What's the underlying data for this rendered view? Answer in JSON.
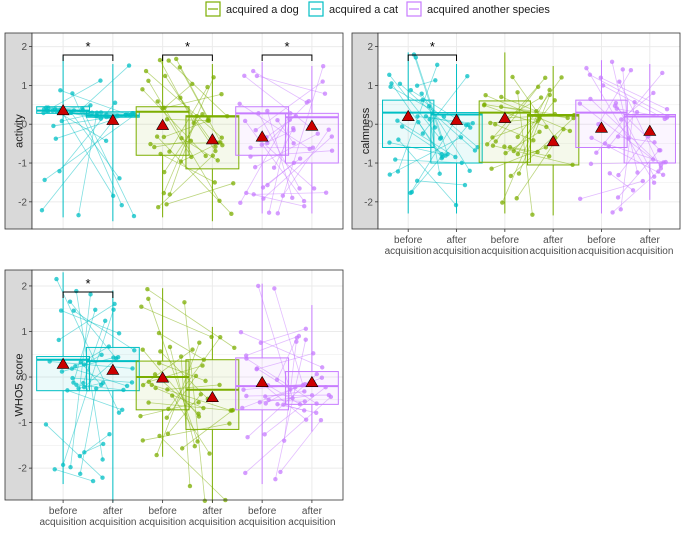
{
  "legend": {
    "position": "top",
    "items": [
      {
        "label": "acquired a dog",
        "color": "#7CAE00"
      },
      {
        "label": "acquired a cat",
        "color": "#00BFC4"
      },
      {
        "label": "acquired another species",
        "color": "#C77CFF"
      }
    ]
  },
  "colors": {
    "dog": "#7CAE00",
    "cat": "#00BFC4",
    "other": "#C77CFF",
    "mean_marker": "#CC0000",
    "strip_bg": "#D9D9D9",
    "grid": "#EBEBEB"
  },
  "x_tick_labels": [
    "before\nacquisition",
    "after\nacquisition",
    "before\nacquisition",
    "after\nacquisition",
    "before\nacquisition",
    "after\nacquisition"
  ],
  "chart_data": [
    {
      "type": "box",
      "facet": "activity",
      "ylabel": "activity",
      "ylim": [
        -2.7,
        2.35
      ],
      "yticks": [
        -2,
        -1,
        0,
        1,
        2
      ],
      "grid": true,
      "categories": [
        "before acquisition",
        "after acquisition"
      ],
      "groups": [
        {
          "species": "cat",
          "boxes": [
            {
              "q1": 0.28,
              "median": 0.35,
              "q3": 0.45,
              "whisker_low": -2.4,
              "whisker_high": 1.75,
              "mean": 0.35
            },
            {
              "q1": 0.18,
              "median": 0.22,
              "q3": 0.32,
              "whisker_low": -2.5,
              "whisker_high": 1.55,
              "mean": 0.1
            }
          ]
        },
        {
          "species": "dog",
          "boxes": [
            {
              "q1": -0.8,
              "median": 0.32,
              "q3": 0.45,
              "whisker_low": -2.4,
              "whisker_high": 1.75,
              "mean": -0.03
            },
            {
              "q1": -1.15,
              "median": 0.2,
              "q3": 0.22,
              "whisker_low": -2.5,
              "whisker_high": 1.55,
              "mean": -0.4
            }
          ]
        },
        {
          "species": "other",
          "boxes": [
            {
              "q1": -0.8,
              "median": 0.28,
              "q3": 0.45,
              "whisker_low": -2.3,
              "whisker_high": 1.6,
              "mean": -0.33
            },
            {
              "q1": -1.0,
              "median": 0.18,
              "q3": 0.28,
              "whisker_low": -2.3,
              "whisker_high": 1.5,
              "mean": -0.05
            }
          ]
        }
      ],
      "significance": [
        {
          "species": "cat",
          "label": "*"
        },
        {
          "species": "dog",
          "label": "*"
        },
        {
          "species": "other",
          "label": "*"
        }
      ]
    },
    {
      "type": "box",
      "facet": "calmness",
      "ylabel": "calmness",
      "ylim": [
        -2.7,
        2.35
      ],
      "yticks": [
        -2,
        -1,
        0,
        1,
        2
      ],
      "grid": true,
      "categories": [
        "before acquisition",
        "after acquisition"
      ],
      "groups": [
        {
          "species": "cat",
          "boxes": [
            {
              "q1": -0.6,
              "median": 0.3,
              "q3": 0.62,
              "whisker_low": -2.3,
              "whisker_high": 1.85,
              "mean": 0.2
            },
            {
              "q1": -1.0,
              "median": 0.25,
              "q3": 0.3,
              "whisker_low": -2.3,
              "whisker_high": 1.55,
              "mean": 0.1
            }
          ]
        },
        {
          "species": "dog",
          "boxes": [
            {
              "q1": -0.98,
              "median": 0.3,
              "q3": 0.6,
              "whisker_low": -2.3,
              "whisker_high": 1.85,
              "mean": 0.15
            },
            {
              "q1": -1.05,
              "median": 0.22,
              "q3": 0.25,
              "whisker_low": -2.35,
              "whisker_high": 1.5,
              "mean": -0.45
            }
          ]
        },
        {
          "species": "other",
          "boxes": [
            {
              "q1": -0.6,
              "median": 0.3,
              "q3": 0.62,
              "whisker_low": -2.3,
              "whisker_high": 1.65,
              "mean": -0.1
            },
            {
              "q1": -1.0,
              "median": 0.2,
              "q3": 0.25,
              "whisker_low": -1.95,
              "whisker_high": 1.55,
              "mean": -0.18
            }
          ]
        }
      ],
      "significance": [
        {
          "species": "cat",
          "label": "*"
        }
      ]
    },
    {
      "type": "box",
      "facet": "WHO5 score",
      "ylabel": "WHO5 score",
      "ylim": [
        -2.7,
        2.35
      ],
      "yticks": [
        -2,
        -1,
        0,
        1,
        2
      ],
      "grid": true,
      "categories": [
        "before acquisition",
        "after acquisition"
      ],
      "groups": [
        {
          "species": "cat",
          "boxes": [
            {
              "q1": -0.3,
              "median": 0.38,
              "q3": 0.45,
              "whisker_low": -2.35,
              "whisker_high": 2.3,
              "mean": 0.28
            },
            {
              "q1": -0.3,
              "median": 0.35,
              "q3": 0.65,
              "whisker_low": -2.75,
              "whisker_high": 1.9,
              "mean": 0.15
            }
          ]
        },
        {
          "species": "dog",
          "boxes": [
            {
              "q1": -0.72,
              "median": 0.0,
              "q3": 0.35,
              "whisker_low": -1.75,
              "whisker_high": 1.95,
              "mean": -0.02
            },
            {
              "q1": -1.15,
              "median": -0.28,
              "q3": 0.38,
              "whisker_low": -2.75,
              "whisker_high": 1.1,
              "mean": -0.45
            }
          ]
        },
        {
          "species": "other",
          "boxes": [
            {
              "q1": -0.72,
              "median": -0.2,
              "q3": 0.42,
              "whisker_low": -2.35,
              "whisker_high": 2.05,
              "mean": -0.12
            },
            {
              "q1": -0.6,
              "median": -0.2,
              "q3": 0.12,
              "whisker_low": -1.2,
              "whisker_high": 1.58,
              "mean": -0.12
            }
          ]
        }
      ],
      "significance": [
        {
          "species": "cat",
          "label": "*"
        }
      ]
    }
  ]
}
